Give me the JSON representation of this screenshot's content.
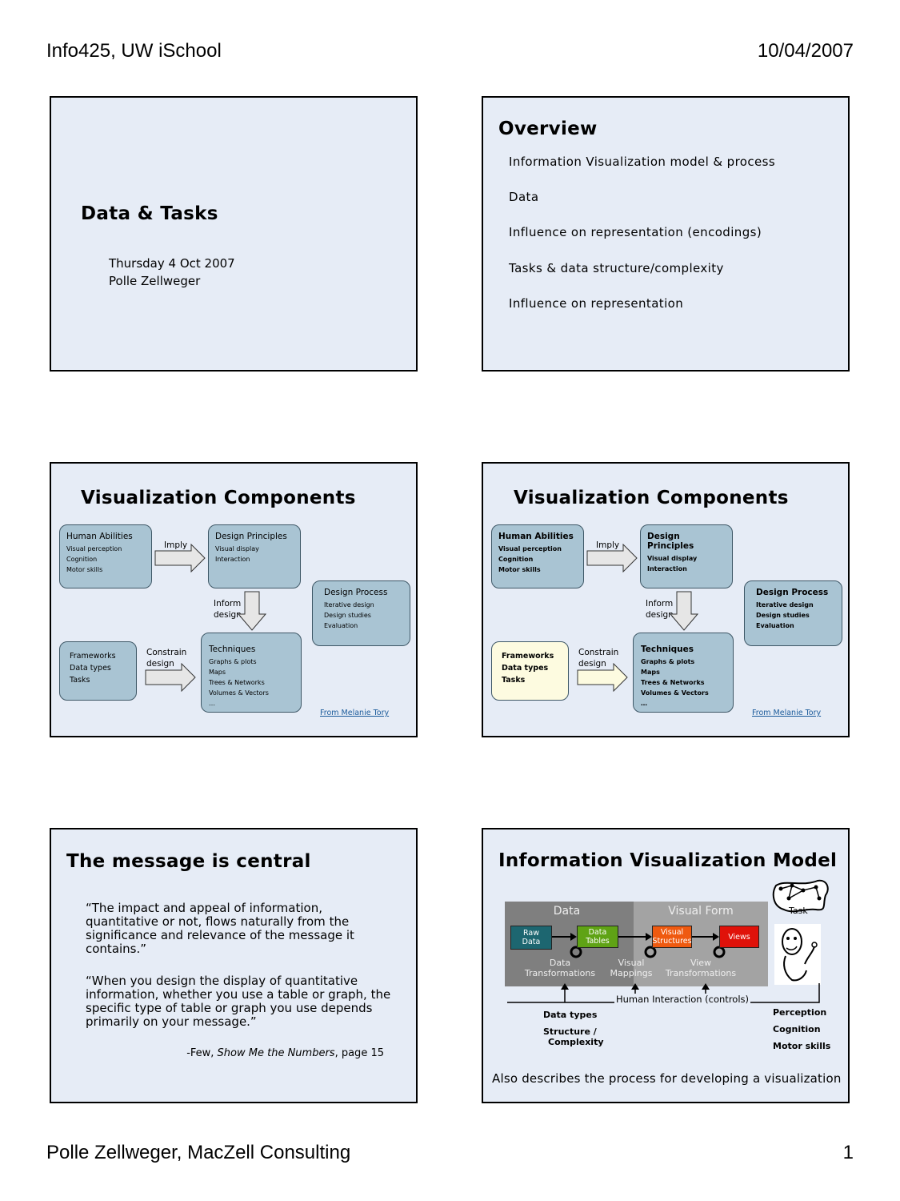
{
  "header": {
    "left": "Info425, UW iSchool",
    "right": "10/04/2007"
  },
  "footer": {
    "left": "Polle Zellweger, MacZell Consulting",
    "right": "1"
  },
  "slide1": {
    "title": "Data & Tasks",
    "date": "Thursday 4 Oct 2007",
    "author": "Polle Zellweger"
  },
  "slide2": {
    "title": "Overview",
    "items": [
      "Information Visualization model & process",
      "Data",
      "Influence on representation (encodings)",
      "Tasks & data structure/complexity",
      "Influence on representation"
    ]
  },
  "components": {
    "title": "Visualization Components",
    "human": {
      "title": "Human Abilities",
      "items": [
        "Visual perception",
        "Cognition",
        "Motor skills"
      ]
    },
    "imply": "Imply",
    "principles": {
      "title": "Design Principles",
      "items": [
        "Visual display",
        "Interaction"
      ]
    },
    "process": {
      "title": "Design Process",
      "items": [
        "Iterative design",
        "Design studies",
        "Evaluation"
      ]
    },
    "inform": [
      "Inform",
      "design"
    ],
    "frameworks": {
      "items": [
        "Frameworks",
        "Data types",
        "Tasks"
      ]
    },
    "constrain": [
      "Constrain",
      "design"
    ],
    "techniques": {
      "title": "Techniques",
      "items": [
        "Graphs & plots",
        "Maps",
        "Trees & Networks",
        "Volumes & Vectors",
        "…"
      ]
    },
    "credit": "From Melanie Tory"
  },
  "slide5": {
    "title": "The message is central",
    "quote1": "“The impact and appeal of information, quantitative or not, flows naturally from the significance and relevance of the message it contains.”",
    "quote2": "“When you design the display of quantitative information, whether you use a table or graph, the specific type of table or graph you use depends primarily on your message.”",
    "cite_prefix": "-Few, ",
    "cite_book": "Show Me the Numbers",
    "cite_suffix": ", page 15"
  },
  "slide6": {
    "title": "Information Visualization Model",
    "data_label": "Data",
    "visual_form_label": "Visual Form",
    "task_label": "Task",
    "boxes": {
      "raw": {
        "l1": "Raw",
        "l2": "Data",
        "color": "#1d6670"
      },
      "tables": {
        "l1": "Data",
        "l2": "Tables",
        "color": "#5fa315"
      },
      "structures": {
        "l1": "Visual",
        "l2": "Structures",
        "color": "#ef5a10"
      },
      "views": {
        "l1": "Views",
        "color": "#e0120a"
      }
    },
    "transforms": [
      [
        "Data",
        "Transformations"
      ],
      [
        "Visual",
        "Mappings"
      ],
      [
        "View",
        "Transformations"
      ]
    ],
    "interaction": "Human Interaction (controls)",
    "left_notes": [
      "Data types",
      "Structure /",
      "Complexity"
    ],
    "right_notes": [
      "Perception",
      "Cognition",
      "Motor skills"
    ],
    "caption": "Also describes the process for developing a visualization"
  }
}
